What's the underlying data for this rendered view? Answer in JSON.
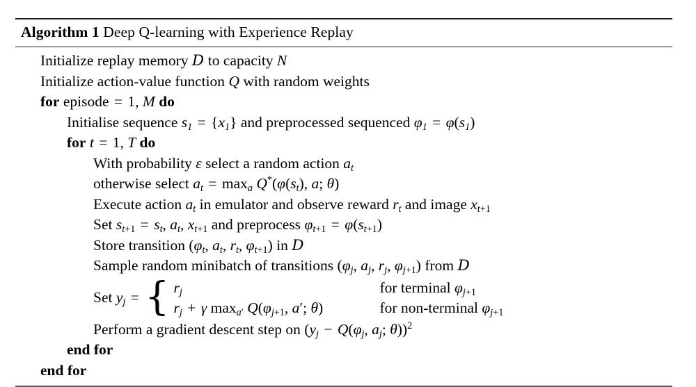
{
  "algorithm": {
    "label": "Algorithm 1",
    "title": "Deep Q-learning with Experience Replay",
    "lines": [
      {
        "id": "init-replay-memory",
        "indent": 0,
        "text": "Initialize replay memory D to capacity N"
      },
      {
        "id": "init-action-value",
        "indent": 0,
        "text": "Initialize action-value function Q with random weights"
      },
      {
        "id": "for-episode",
        "indent": 0,
        "text": "for episode = 1, M do"
      },
      {
        "id": "init-sequence",
        "indent": 1,
        "text": "Initialise sequence s1 = {x1} and preprocessed sequenced ϕ1 = ϕ(s1)"
      },
      {
        "id": "for-t",
        "indent": 1,
        "text": "for t = 1, T do"
      },
      {
        "id": "epsilon-random-action",
        "indent": 2,
        "text": "With probability ϵ select a random action at"
      },
      {
        "id": "otherwise-greedy-action",
        "indent": 2,
        "text": "otherwise select at = maxa Q*(ϕ(st), a; θ)"
      },
      {
        "id": "execute-action",
        "indent": 2,
        "text": "Execute action at in emulator and observe reward rt and image xt+1"
      },
      {
        "id": "set-next-state",
        "indent": 2,
        "text": "Set st+1 = st, at, xt+1 and preprocess ϕt+1 = ϕ(st+1)"
      },
      {
        "id": "store-transition",
        "indent": 2,
        "text": "Store transition (ϕt, at, rt, ϕt+1) in D"
      },
      {
        "id": "sample-minibatch",
        "indent": 2,
        "text": "Sample random minibatch of transitions (ϕj, aj, rj, ϕj+1) from D"
      },
      {
        "id": "set-target-cases",
        "indent": 2,
        "text": "Set yj = { rj for terminal ϕj+1 ; rj + γ maxa' Q(ϕj+1, a'; θ) for non-terminal ϕj+1"
      },
      {
        "id": "gradient-descent",
        "indent": 2,
        "text": "Perform a gradient descent step on (yj − Q(ϕj, aj; θ))²"
      },
      {
        "id": "end-for-inner",
        "indent": 1,
        "text": "end for"
      },
      {
        "id": "end-for-outer",
        "indent": 0,
        "text": "end for"
      }
    ],
    "cases": {
      "lhs": "Set yj =",
      "rows": [
        {
          "value": "rj",
          "condition": "for terminal ϕj+1"
        },
        {
          "value": "rj + γ maxa' Q(ϕj+1, a'; θ)",
          "condition": "for non-terminal ϕj+1"
        }
      ]
    },
    "keywords": {
      "for": "for",
      "do": "do",
      "end_for": "end for"
    },
    "colors": {
      "text": "#000000",
      "rule_dark": "#1a1a1a",
      "rule_bottom": "#555a60",
      "background": "#ffffff"
    }
  }
}
